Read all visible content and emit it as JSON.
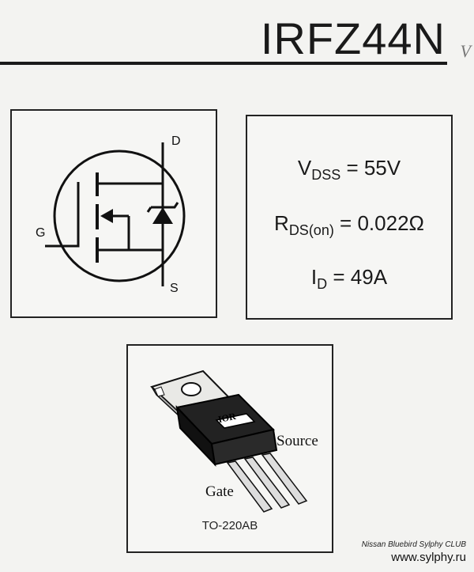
{
  "header": {
    "part_number": "IRFZ44N",
    "margin_mark": "V"
  },
  "symbol": {
    "drain_label": "D",
    "gate_label": "G",
    "source_label": "S"
  },
  "specs": {
    "vdss": {
      "symbol": "V",
      "subscript": "DSS",
      "value": " = 55V"
    },
    "rdson": {
      "symbol": "R",
      "subscript": "DS(on)",
      "value": " = 0.022Ω"
    },
    "id": {
      "symbol": "I",
      "subscript": "D",
      "value": " = 49A"
    }
  },
  "package": {
    "logo_text": "IOR",
    "source_label": "Source",
    "gate_label": "Gate",
    "package_name": "TO-220AB"
  },
  "footer": {
    "club": "Nissan Bluebird Sylphy CLUB",
    "url": "www.sylphy.ru"
  }
}
